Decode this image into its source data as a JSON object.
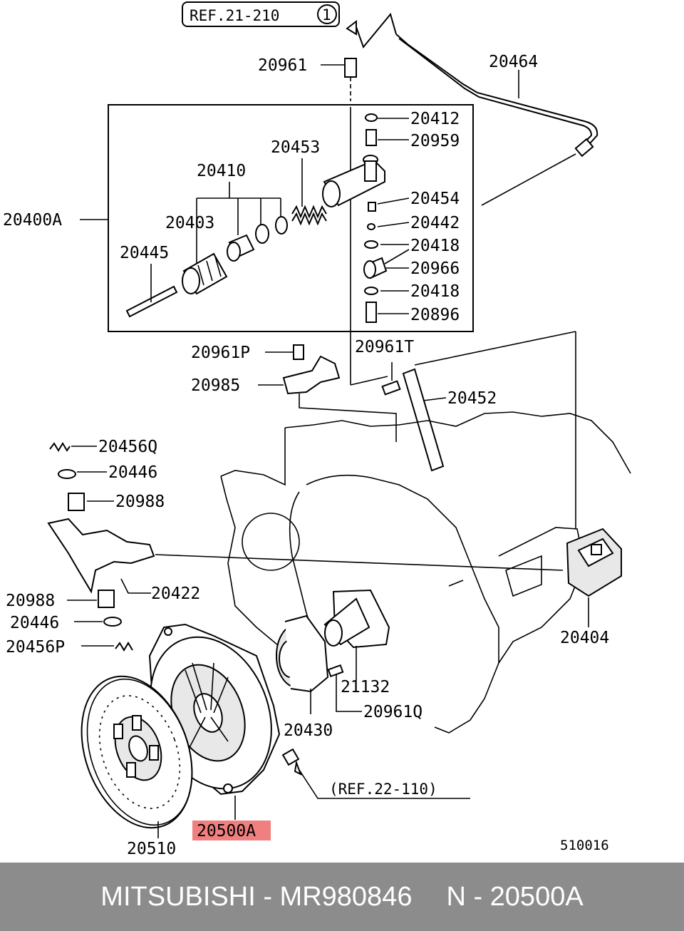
{
  "labels": {
    "ref_21_210": "REF.21-210",
    "ref_21_210_circle": "1",
    "p20961": "20961",
    "p20464": "20464",
    "p20412": "20412",
    "p20959": "20959",
    "p20453": "20453",
    "p20410": "20410",
    "p20454": "20454",
    "p20400A": "20400A",
    "p20403": "20403",
    "p20442": "20442",
    "p20418a": "20418",
    "p20445": "20445",
    "p20966": "20966",
    "p20418b": "20418",
    "p20896": "20896",
    "p20961P": "20961P",
    "p20961T": "20961T",
    "p20985": "20985",
    "p20452": "20452",
    "p20456Q": "20456Q",
    "p20446a": "20446",
    "p20988a": "20988",
    "p20422": "20422",
    "p20988b": "20988",
    "p20446b": "20446",
    "p20456P": "20456P",
    "p20404": "20404",
    "p21132": "21132",
    "p20961Q": "20961Q",
    "p20430": "20430",
    "ref_22_110": "(REF.22-110)",
    "p20500A": "20500A",
    "p20510": "20510",
    "diagram_code": "510016"
  },
  "highlight_color": "#f08080",
  "footer": {
    "brand": "MITSUBISHI",
    "sep1": " - ",
    "part_no": "MR980846",
    "ref": "N - 20500A"
  }
}
